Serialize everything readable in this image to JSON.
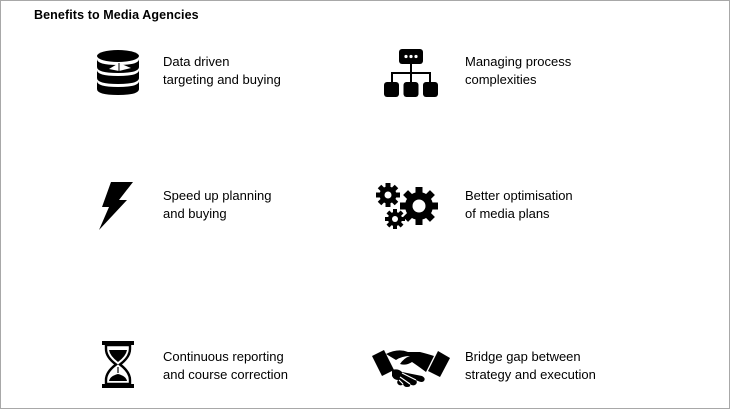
{
  "title": "Benefits to Media Agencies",
  "benefits": [
    {
      "line1": "Data driven",
      "line2": "targeting and buying",
      "icon": "database-icon"
    },
    {
      "line1": "Managing process",
      "line2": "complexities",
      "icon": "hierarchy-icon"
    },
    {
      "line1": "Speed up planning",
      "line2": "and buying",
      "icon": "lightning-icon"
    },
    {
      "line1": "Better optimisation",
      "line2": "of media plans",
      "icon": "gears-icon"
    },
    {
      "line1": "Continuous reporting",
      "line2": "and course correction",
      "icon": "hourglass-icon"
    },
    {
      "line1": "Bridge gap between",
      "line2": "strategy and execution",
      "icon": "handshake-icon"
    }
  ],
  "colors": {
    "ink": "#000000",
    "border": "#a8a8a8",
    "background": "#ffffff"
  }
}
